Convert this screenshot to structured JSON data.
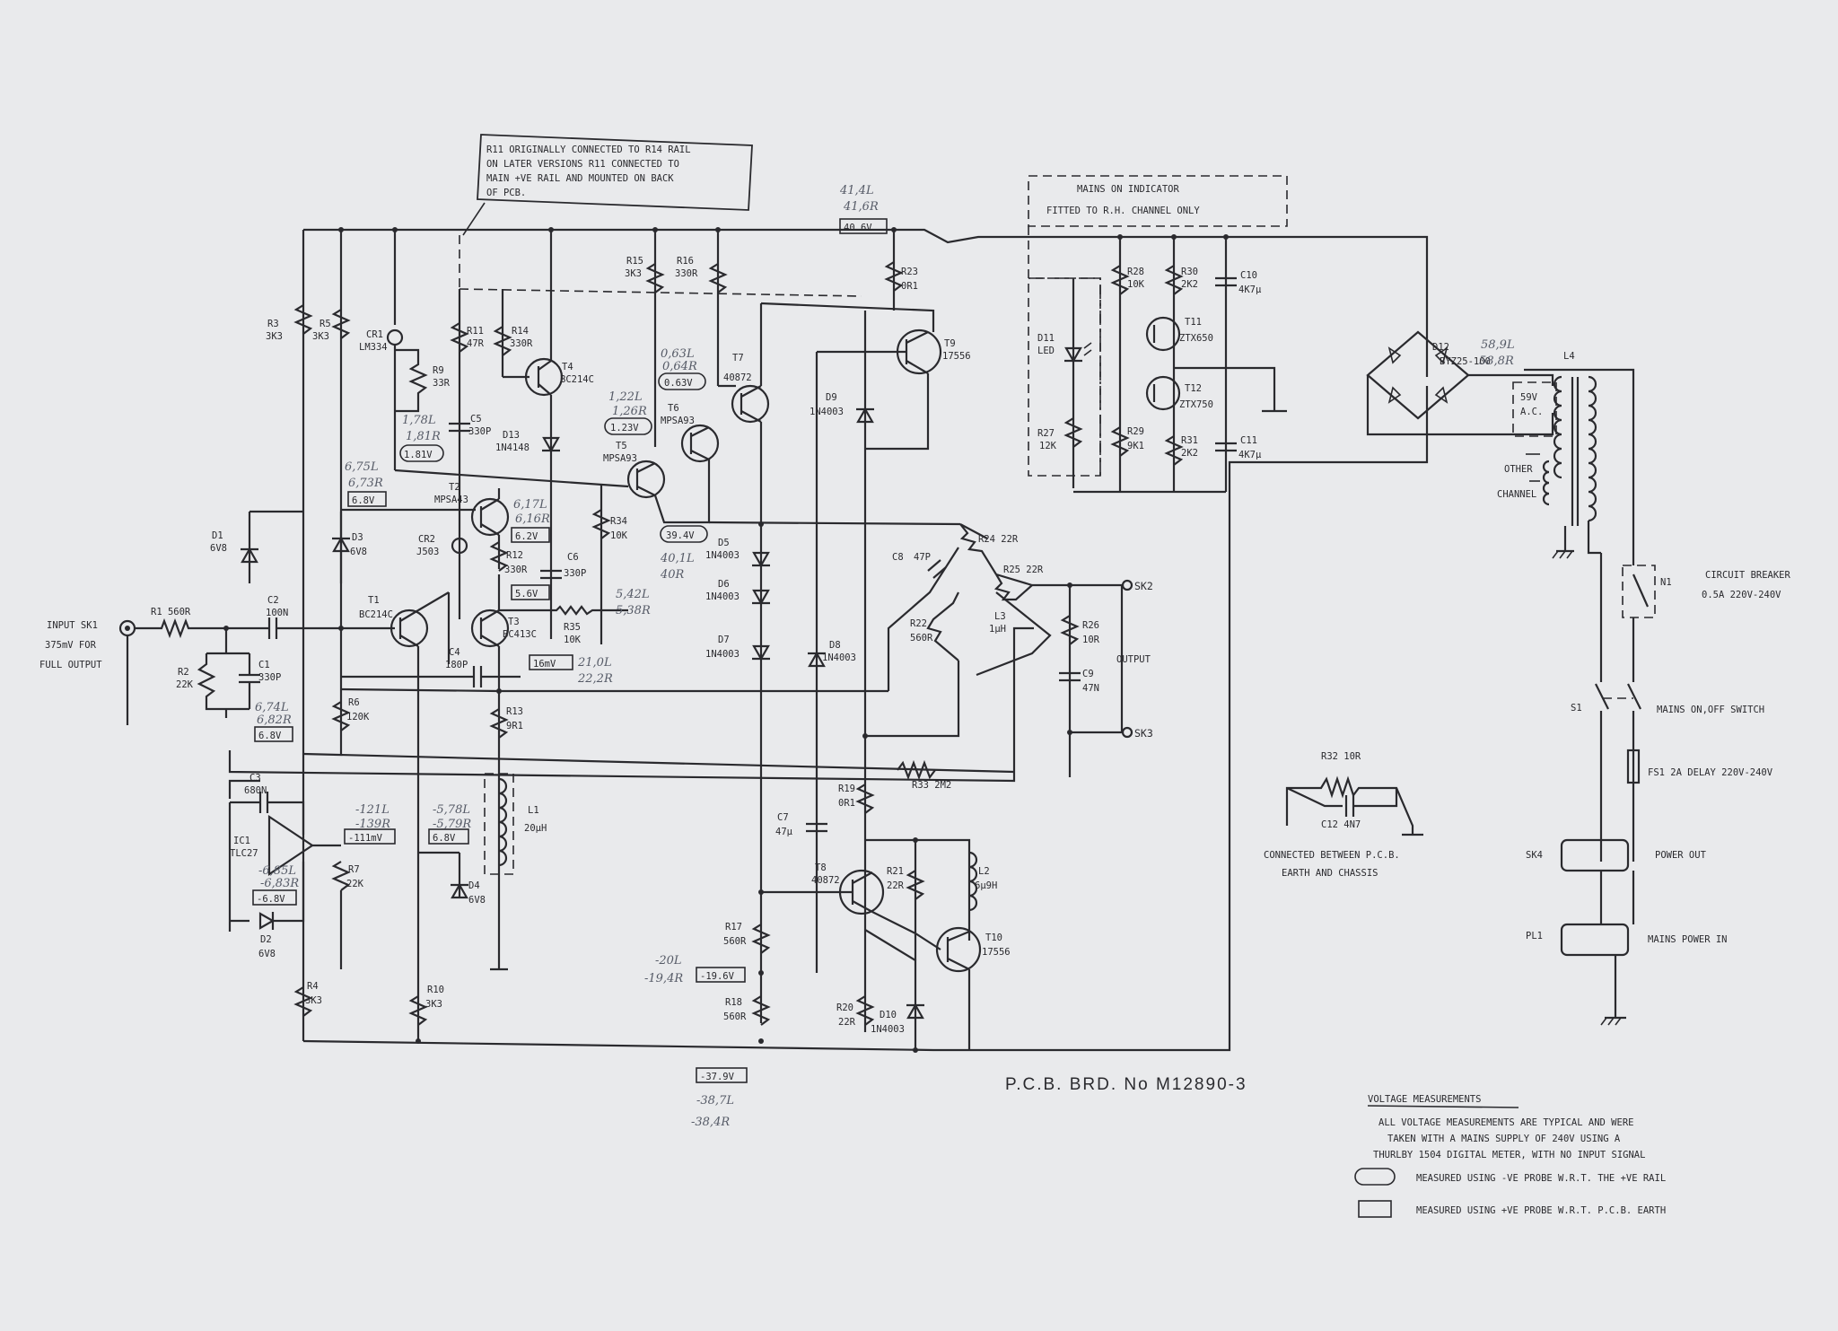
{
  "note_r11": [
    "R11 ORIGINALLY CONNECTED TO R14 RAIL",
    "ON LATER VERSIONS R11 CONNECTED TO",
    "MAIN +VE RAIL AND MOUNTED ON BACK",
    "OF PCB."
  ],
  "mains_indicator": [
    "MAINS ON INDICATOR",
    "FITTED TO R.H. CHANNEL ONLY"
  ],
  "input": [
    "INPUT SK1",
    "375mV FOR",
    "FULL OUTPUT"
  ],
  "components": {
    "R1": "R1 560R",
    "C2": "C2",
    "C2v": "100N",
    "R2": "R2",
    "R2v": "22K",
    "C1": "C1",
    "C1v": "330P",
    "R3": "R3",
    "R3v": "3K3",
    "R5": "R5",
    "R5v": "3K3",
    "CR1": "CR1",
    "CR1v": "LM334",
    "R9": "R9",
    "R9v": "33R",
    "R11": "R11",
    "R11v": "47R",
    "R14": "R14",
    "R14v": "330R",
    "C5": "C5",
    "C5v": "330P",
    "D13": "D13",
    "D13v": "1N4148",
    "T4": "T4",
    "T4v": "BC214C",
    "R15": "R15",
    "R15v": "3K3",
    "R16": "R16",
    "R16v": "330R",
    "T7": "T7",
    "T7v": "40872",
    "T6": "T6",
    "T6v": "MPSA93",
    "T5": "T5",
    "T5v": "MPSA93",
    "R34": "R34",
    "R34v": "10K",
    "T2": "T2",
    "T2v": "MPSA43",
    "CR2": "CR2",
    "CR2v": "J503",
    "R12": "R12",
    "R12v": "330R",
    "C6": "C6",
    "C6v": "330P",
    "T1": "T1",
    "T1v": "BC214C",
    "T3": "T3",
    "T3v": "BC413C",
    "R35": "R35",
    "R35v": "10K",
    "C4": "C4",
    "C4v": "180P",
    "R6": "R6",
    "R6v": "120K",
    "R13": "R13",
    "R13v": "9R1",
    "L1": "L1",
    "L1v": "20µH",
    "D1": "D1",
    "D1v": "6V8",
    "D3": "D3",
    "D3v": "6V8",
    "C3": "C3",
    "C3v": "680N",
    "IC1": "IC1",
    "IC1v": "TLC27",
    "D2": "D2",
    "D2v": "6V8",
    "R7": "R7",
    "R7v": "22K",
    "D4": "D4",
    "D4v": "6V8",
    "R4": "R4",
    "R4v": "3K3",
    "R10": "R10",
    "R10v": "3K3",
    "R23": "R23",
    "R23v": "0R1",
    "T9": "T9",
    "T9v": "17556",
    "D9": "D9",
    "D9v": "1N4003",
    "D5": "D5",
    "D5v": "1N4003",
    "D6": "D6",
    "D6v": "1N4003",
    "D7": "D7",
    "D7v": "1N4003",
    "D8": "D8",
    "D8v": "1N4003",
    "C8": "C8",
    "C8v": "47P",
    "R24": "R24 22R",
    "R25": "R25 22R",
    "R22": "R22",
    "R22v": "560R",
    "L3": "L3",
    "L3v": "1µH",
    "R26": "R26",
    "R26v": "10R",
    "C9": "C9",
    "C9v": "47N",
    "SK2": "SK2",
    "SK3": "SK3",
    "OUTPUT": "OUTPUT",
    "R33": "R33 2M2",
    "R19": "R19",
    "R19v": "0R1",
    "C7": "C7",
    "C7v": "47µ",
    "T8": "T8",
    "T8v": "40872",
    "R21": "R21",
    "R21v": "22R",
    "L2": "L2",
    "L2v": "6µ9H",
    "T10": "T10",
    "T10v": "17556",
    "R17": "R17",
    "R17v": "560R",
    "R18": "R18",
    "R18v": "560R",
    "R20": "R20",
    "R20v": "22R",
    "D10": "D10",
    "D10v": "1N4003",
    "D11": "D11",
    "D11v": "LED",
    "R27": "R27",
    "R27v": "12K",
    "R28": "R28",
    "R28v": "10K",
    "R30": "R30",
    "R30v": "2K2",
    "C10": "C10",
    "C10v": "4K7µ",
    "T11": "T11",
    "T11v": "ZTX650",
    "T12": "T12",
    "T12v": "ZTX750",
    "R29": "R29",
    "R29v": "9K1",
    "R31": "R31",
    "R31v": "2K2",
    "C11": "C11",
    "C11v": "4K7µ",
    "D12": "D12",
    "D12v": "BYZ25-100",
    "L4": "L4",
    "ac": "59V",
    "ac2": "A.C.",
    "other": "OTHER",
    "channel": "CHANNEL",
    "N1": "N1",
    "cb": "CIRCUIT BREAKER",
    "cbv": "0.5A 220V-240V",
    "S1": "S1",
    "s1v": "MAINS ON,OFF SWITCH",
    "FS1": "FS1 2A DELAY 220V-240V",
    "SK4": "SK4",
    "sk4v": "POWER OUT",
    "PL1": "PL1",
    "pl1v": "MAINS POWER IN",
    "R32": "R32 10R",
    "C12": "C12 4N7",
    "chassis1": "CONNECTED BETWEEN P.C.B.",
    "chassis2": "EARTH AND CHASSIS"
  },
  "voltages": {
    "v40_6": "40.6V",
    "v0_63": "0.63V",
    "v1_23": "1.23V",
    "v1_81": "1.81V",
    "v39_4": "39.4V",
    "v6_8a": "6.8V",
    "v6_2": "6.2V",
    "v5_6": "5.6V",
    "v16": "16mV",
    "v6_8b": "6.8V",
    "v111": "-111mV",
    "v6_8c": "6.8V",
    "v6_8d": "-6.8V",
    "v19_6": "-19.6V",
    "v37_9": "-37.9V"
  },
  "handwritten": {
    "h1": "41,4L",
    "h2": "41,6R",
    "h3": "0,63L",
    "h4": "0,64R",
    "h5": "1,22L",
    "h6": "1,26R",
    "h7": "1,78L",
    "h8": "1,81R",
    "h9": "6,75L",
    "h10": "6,73R",
    "h11": "40,1L",
    "h12": "40R",
    "h13": "6,17L",
    "h14": "6,16R",
    "h15": "5,42L",
    "h16": "5,38R",
    "h17": "21,0L",
    "h18": "22,2R",
    "h19": "6,74L",
    "h20": "6,82R",
    "h21": "58,9L",
    "h22": "58,8R",
    "h23": "-121L",
    "h24": "-139R",
    "h25": "-5,78L",
    "h26": "-5,79R",
    "h27": "-6,85L",
    "h28": "-6,83R",
    "h29": "-20L",
    "h30": "-19,4R",
    "h31": "-38,7L",
    "h32": "-38,4R"
  },
  "title": "P.C.B. BRD. No M12890-3",
  "legend": {
    "heading": "VOLTAGE MEASUREMENTS",
    "lines": [
      "ALL VOLTAGE MEASUREMENTS ARE TYPICAL AND WERE",
      "TAKEN WITH A MAINS SUPPLY OF 240V USING A",
      "THURLBY 1504 DIGITAL METER, WITH NO INPUT SIGNAL"
    ],
    "oval": "MEASURED USING -VE PROBE W.R.T. THE +VE RAIL",
    "rect": "MEASURED USING +VE PROBE W.R.T. P.C.B. EARTH"
  }
}
